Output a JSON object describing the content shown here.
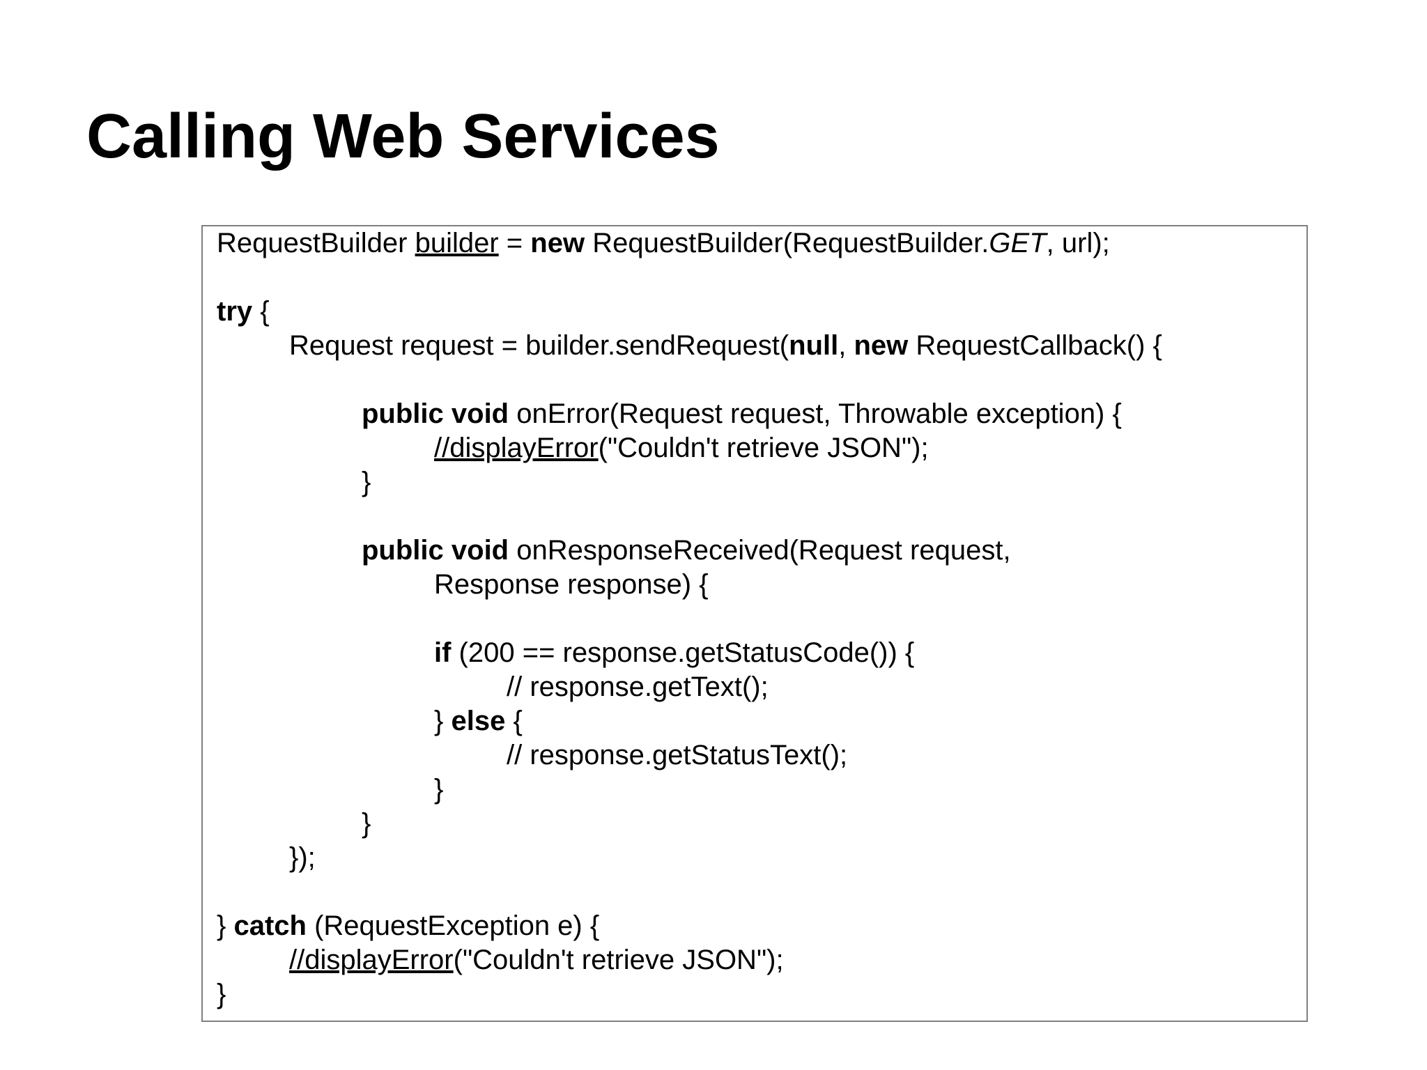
{
  "title": "Calling Web Services",
  "colors": {
    "background": "#ffffff",
    "text": "#000000",
    "panel_border": "#7f7f7f"
  },
  "code": {
    "lines": [
      {
        "indent": 0,
        "segments": [
          {
            "t": "RequestBuilder "
          },
          {
            "t": "builder",
            "u": true
          },
          {
            "t": " = "
          },
          {
            "t": "new",
            "b": true
          },
          {
            "t": " RequestBuilder(RequestBuilder."
          },
          {
            "t": "GET",
            "i": true
          },
          {
            "t": ", url);"
          }
        ]
      },
      {
        "indent": 0,
        "segments": []
      },
      {
        "indent": 0,
        "segments": [
          {
            "t": "try",
            "b": true
          },
          {
            "t": " {"
          }
        ]
      },
      {
        "indent": 1,
        "segments": [
          {
            "t": "Request request = builder.sendRequest("
          },
          {
            "t": "null",
            "b": true
          },
          {
            "t": ", "
          },
          {
            "t": "new",
            "b": true
          },
          {
            "t": " RequestCallback() {"
          }
        ]
      },
      {
        "indent": 0,
        "segments": []
      },
      {
        "indent": 2,
        "segments": [
          {
            "t": "public void",
            "b": true
          },
          {
            "t": " onError(Request request, Throwable exception) {"
          }
        ]
      },
      {
        "indent": 3,
        "segments": [
          {
            "t": "//displayError",
            "u": true
          },
          {
            "t": "(\"Couldn't retrieve JSON\");"
          }
        ]
      },
      {
        "indent": 2,
        "segments": [
          {
            "t": "}"
          }
        ]
      },
      {
        "indent": 0,
        "segments": []
      },
      {
        "indent": 2,
        "segments": [
          {
            "t": "public void",
            "b": true
          },
          {
            "t": " onResponseReceived(Request request,"
          }
        ]
      },
      {
        "indent": 3,
        "segments": [
          {
            "t": "Response response) {"
          }
        ]
      },
      {
        "indent": 0,
        "segments": []
      },
      {
        "indent": 3,
        "segments": [
          {
            "t": "if",
            "b": true
          },
          {
            "t": " (200 == response.getStatusCode()) {"
          }
        ]
      },
      {
        "indent": 4,
        "segments": [
          {
            "t": "// response.getText();"
          }
        ]
      },
      {
        "indent": 3,
        "segments": [
          {
            "t": "} "
          },
          {
            "t": "else",
            "b": true
          },
          {
            "t": " {"
          }
        ]
      },
      {
        "indent": 4,
        "segments": [
          {
            "t": "// response.getStatusText();"
          }
        ]
      },
      {
        "indent": 3,
        "segments": [
          {
            "t": "}"
          }
        ]
      },
      {
        "indent": 2,
        "segments": [
          {
            "t": "}"
          }
        ]
      },
      {
        "indent": 1,
        "segments": [
          {
            "t": "});"
          }
        ]
      },
      {
        "indent": 0,
        "segments": []
      },
      {
        "indent": 0,
        "segments": [
          {
            "t": "} "
          },
          {
            "t": "catch",
            "b": true
          },
          {
            "t": " (RequestException e) {"
          }
        ]
      },
      {
        "indent": 1,
        "segments": [
          {
            "t": "//displayError",
            "u": true
          },
          {
            "t": "(\"Couldn't retrieve JSON\");"
          }
        ]
      },
      {
        "indent": 0,
        "segments": [
          {
            "t": "}"
          }
        ]
      }
    ]
  }
}
